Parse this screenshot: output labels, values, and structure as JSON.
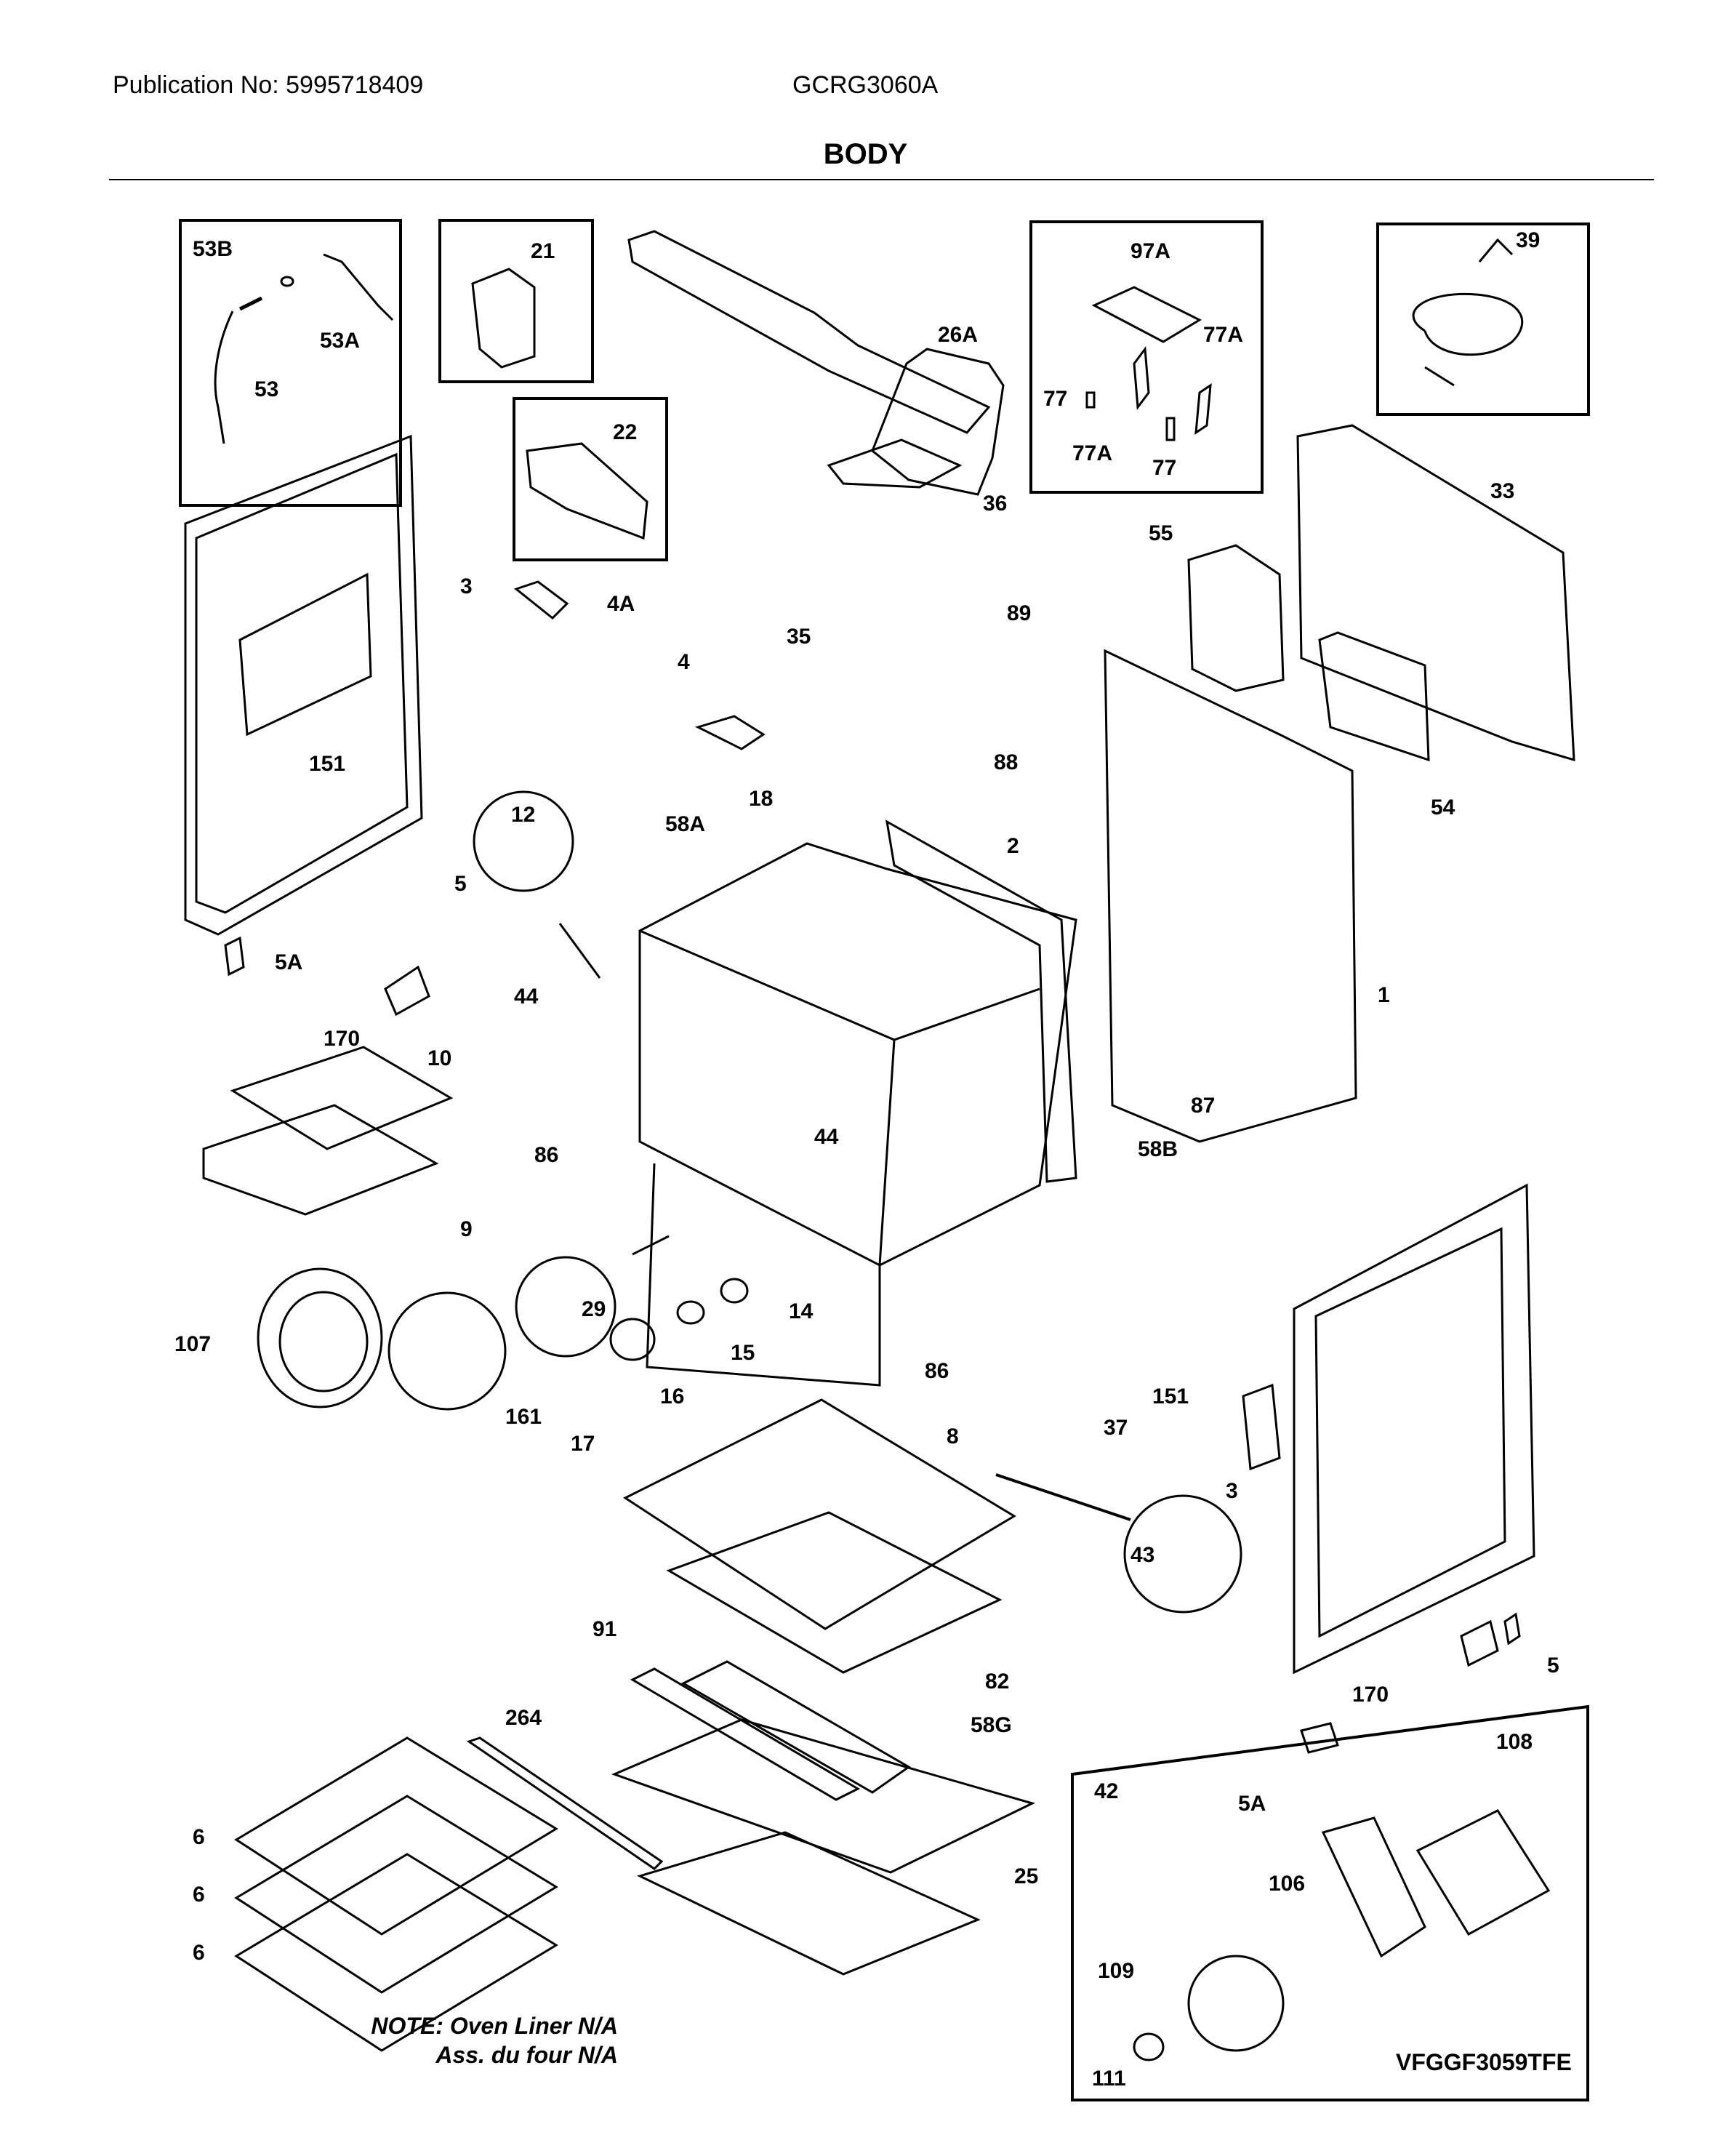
{
  "header": {
    "publication": "Publication No: 5995718409",
    "model": "GCRG3060A",
    "title": "BODY"
  },
  "notes": {
    "line1": "NOTE: Oven Liner N/A",
    "line2": "Ass. du four N/A"
  },
  "drawing_id": "VFGGF3059TFE",
  "callouts": {
    "c53B": "53B",
    "c53A": "53A",
    "c53": "53",
    "c21": "21",
    "c26A": "26A",
    "c97A": "97A",
    "c77a": "77",
    "c77Aa": "77A",
    "c77Ab": "77A",
    "c77b": "77",
    "c39": "39",
    "c22": "22",
    "c36": "36",
    "c33": "33",
    "c55": "55",
    "c3a": "3",
    "c4A": "4A",
    "c35": "35",
    "c89": "89",
    "c4": "4",
    "c88": "88",
    "c151a": "151",
    "c12": "12",
    "c18": "18",
    "c58A": "58A",
    "c2": "2",
    "c54": "54",
    "c5a": "5",
    "c5Aa": "5A",
    "c44a": "44",
    "c1": "1",
    "c170a": "170",
    "c10": "10",
    "c87": "87",
    "c86a": "86",
    "c44b": "44",
    "c58B": "58B",
    "c9": "9",
    "c29": "29",
    "c14": "14",
    "c107": "107",
    "c15": "15",
    "c86b": "86",
    "c16": "16",
    "c161": "161",
    "c17": "17",
    "c151b": "151",
    "c37": "37",
    "c8": "8",
    "c3b": "3",
    "c43": "43",
    "c91": "91",
    "c82": "82",
    "c5b": "5",
    "c170b": "170",
    "c264": "264",
    "c58G": "58G",
    "c108": "108",
    "c42": "42",
    "c5Ab": "5A",
    "c6a": "6",
    "c106": "106",
    "c25": "25",
    "c6b": "6",
    "c109": "109",
    "c6c": "6",
    "c111": "111"
  }
}
